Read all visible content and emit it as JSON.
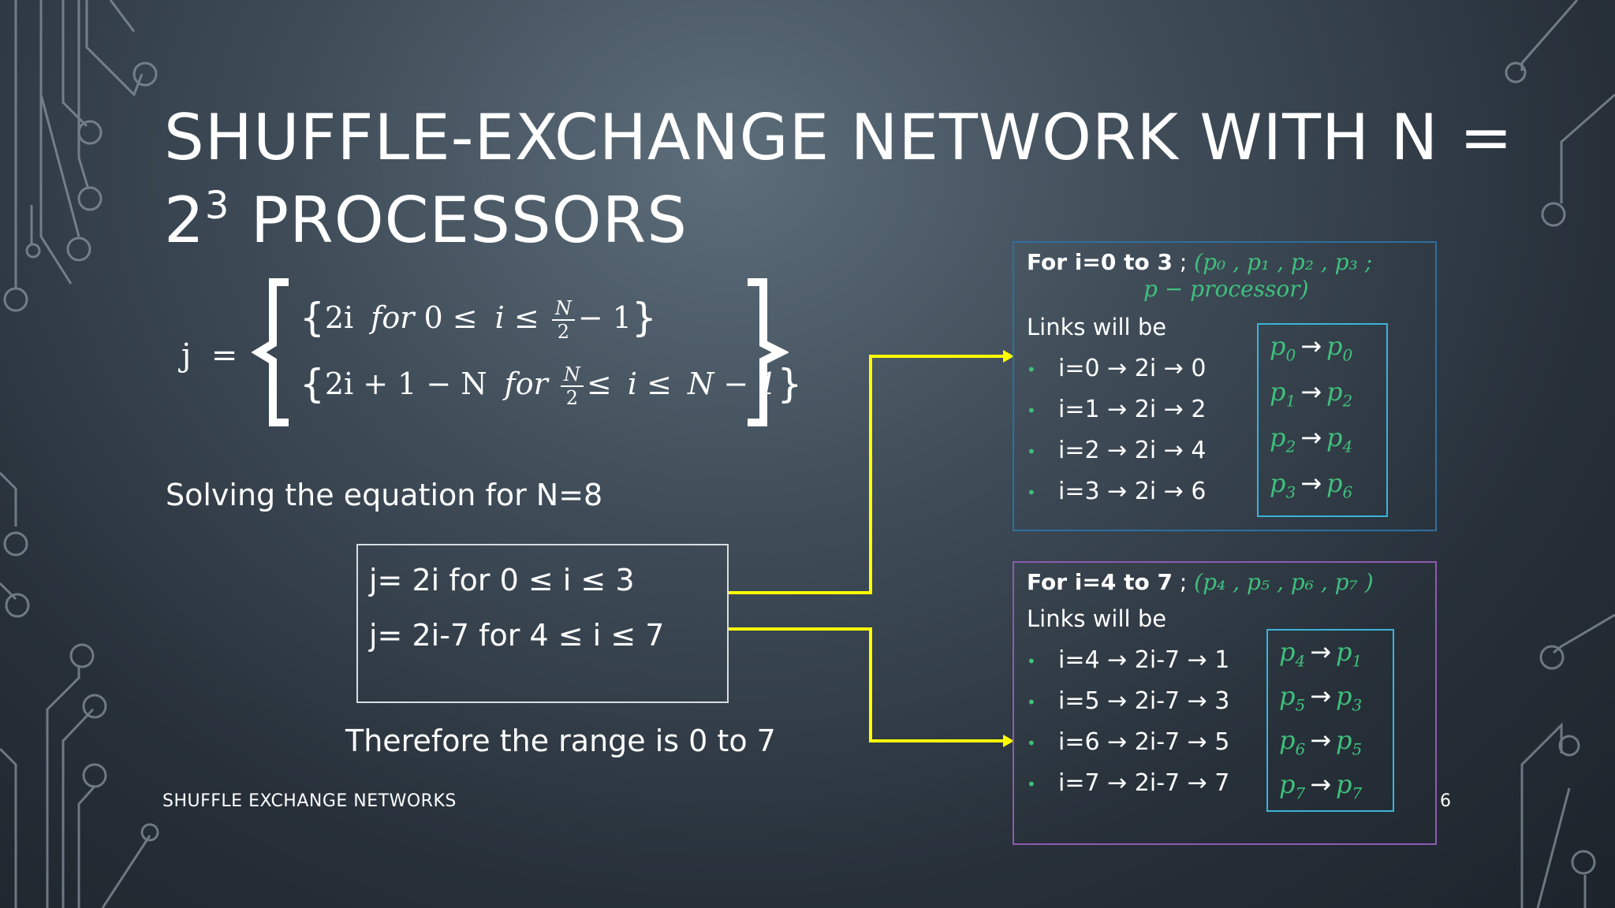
{
  "slide": {
    "title_line1": "SHUFFLE-EXCHANGE NETWORK WITH N =",
    "title_line2_base": "2",
    "title_line2_exp": "3",
    "title_line2_rest": " PROCESSORS",
    "equation": {
      "lhs": "j",
      "equals": "=",
      "row1": {
        "expr": "2i",
        "for_word": "for",
        "cond_left": "0 ≤",
        "var": "i",
        "leq": "≤",
        "frac_num": "N",
        "frac_den": "2",
        "cond_right": "− 1"
      },
      "row2": {
        "expr": "2i + 1 − N",
        "for_word": "for",
        "frac_num": "N",
        "frac_den": "2",
        "cond_mid": "≤",
        "var": "i",
        "leq": "≤",
        "cond_right": "N − 1"
      }
    },
    "solving_text": "Solving the equation for N=8",
    "result_lines": [
      "j= 2i for 0 ≤ i ≤ 3",
      "j= 2i-7 for 4 ≤ i ≤ 7"
    ],
    "range_text": "Therefore the range is 0 to 7",
    "footer": "SHUFFLE EXCHANGE NETWORKS",
    "page_number": "6"
  },
  "panel_first": {
    "title_bold": "For i=0 to 3",
    "title_sep": " ; ",
    "title_math": "(p₀ , p₁ , p₂ , p₃ ;",
    "subtitle_math": "p − processor)",
    "links_label": "Links will be",
    "bullets": [
      "i=0 → 2i → 0",
      "i=1 → 2i → 2",
      "i=2 → 2i → 4",
      "i=3 → 2i → 6"
    ],
    "mappings": [
      {
        "from": "p",
        "from_sub": "0",
        "to": "p",
        "to_sub": "0"
      },
      {
        "from": "p",
        "from_sub": "1",
        "to": "p",
        "to_sub": "2"
      },
      {
        "from": "p",
        "from_sub": "2",
        "to": "p",
        "to_sub": "4"
      },
      {
        "from": "p",
        "from_sub": "3",
        "to": "p",
        "to_sub": "6"
      }
    ]
  },
  "panel_second": {
    "title_bold": "For i=4 to 7",
    "title_sep": " ; ",
    "title_math": "(p₄ , p₅ , p₆ , p₇ )",
    "links_label": "Links will be",
    "bullets": [
      "i=4 → 2i-7 → 1",
      "i=5 → 2i-7 → 3",
      "i=6 → 2i-7 → 5",
      "i=7 → 2i-7 → 7"
    ],
    "mappings": [
      {
        "from": "p",
        "from_sub": "4",
        "to": "p",
        "to_sub": "1"
      },
      {
        "from": "p",
        "from_sub": "5",
        "to": "p",
        "to_sub": "3"
      },
      {
        "from": "p",
        "from_sub": "6",
        "to": "p",
        "to_sub": "5"
      },
      {
        "from": "p",
        "from_sub": "7",
        "to": "p",
        "to_sub": "7"
      }
    ]
  },
  "colors": {
    "accent_green": "#3fc07d",
    "connector_yellow": "#ffff00",
    "panel1_border": "#2e6f9e",
    "panel2_border": "#8d5bb0",
    "mapping_border": "#3ab4d8"
  }
}
